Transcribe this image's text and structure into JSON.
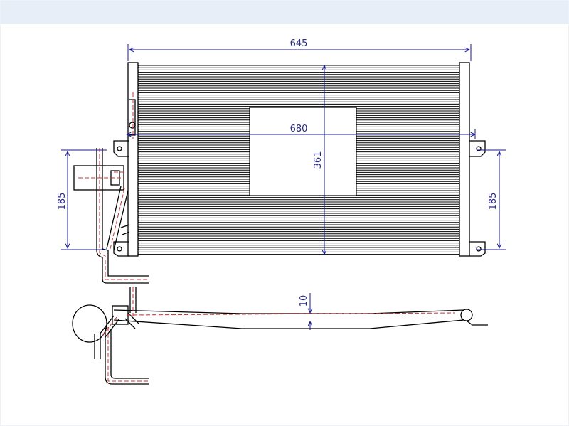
{
  "colors": {
    "header_bar": "#e8eef8",
    "outline": "#000000",
    "dimension": "#1a1a90",
    "pipe_center": "#c83030"
  },
  "dimensions": {
    "width_total": "645",
    "core_width": "680",
    "core_height": "361",
    "bracket_left": "185",
    "bracket_right": "185",
    "thickness": "10"
  }
}
